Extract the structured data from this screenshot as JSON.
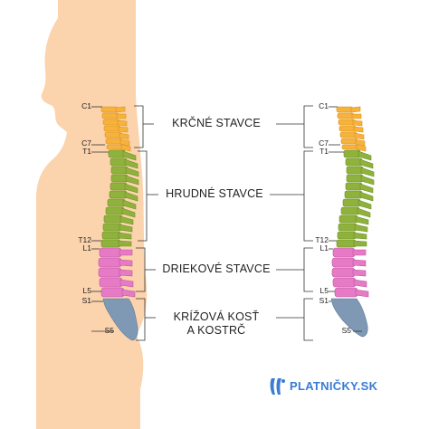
{
  "regions": {
    "cervical": "KRČNÉ STAVCE",
    "thoracic": "HRUDNÉ STAVCE",
    "lumbar": "DRIEKOVÉ STAVCE",
    "sacral_line1": "KRÍŽOVÁ KOSŤ",
    "sacral_line2": "A KOSTRČ"
  },
  "vertebra_labels": {
    "c1": "C1",
    "c7": "C7",
    "t1": "T1",
    "t12": "T12",
    "l1": "L1",
    "l5": "L5",
    "s1": "S1",
    "s5": "S5"
  },
  "logo": {
    "text": "PLATNIČKY.SK"
  },
  "colors": {
    "body": "#fbd3ad",
    "cervical": "#f7b23b",
    "thoracic": "#8fb23c",
    "lumbar": "#e67ac5",
    "sacrum": "#7f99b5",
    "logo": "#3a7bd5"
  }
}
